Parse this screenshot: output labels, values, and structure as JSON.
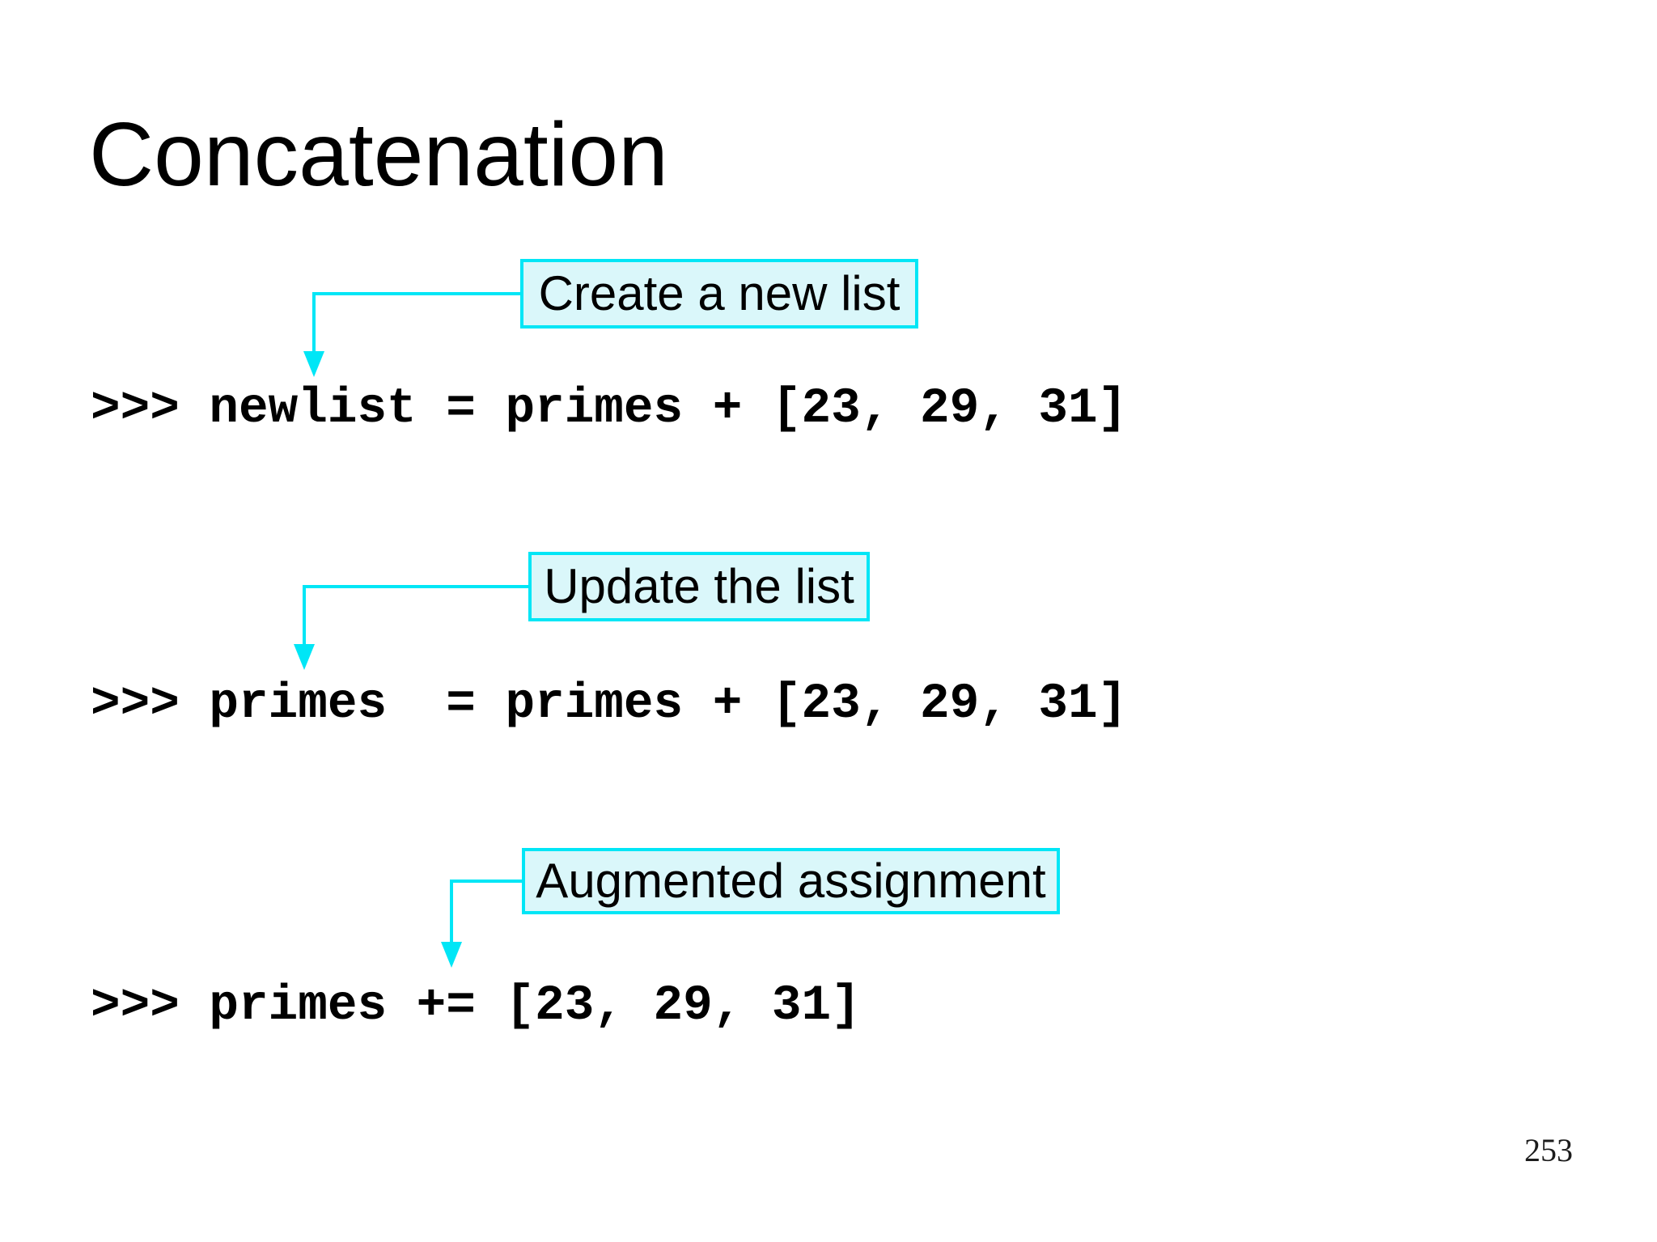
{
  "slide": {
    "title": "Concatenation",
    "page_number": "253"
  },
  "annotations": [
    {
      "label": "Create a new list",
      "code": ">>> newlist = primes + [23, 29, 31]"
    },
    {
      "label": "Update the list",
      "code": ">>> primes  = primes + [23, 29, 31]"
    },
    {
      "label": "Augmented assignment",
      "code": ">>> primes += [23, 29, 31]"
    }
  ],
  "colors": {
    "accent": "#00E6F6",
    "callout_fill": "#DAF7FA",
    "slide_bg": "#FFFFFF",
    "title_text": "#000000",
    "code_text": "#000000",
    "page_number_text": "#1C1C1C"
  }
}
